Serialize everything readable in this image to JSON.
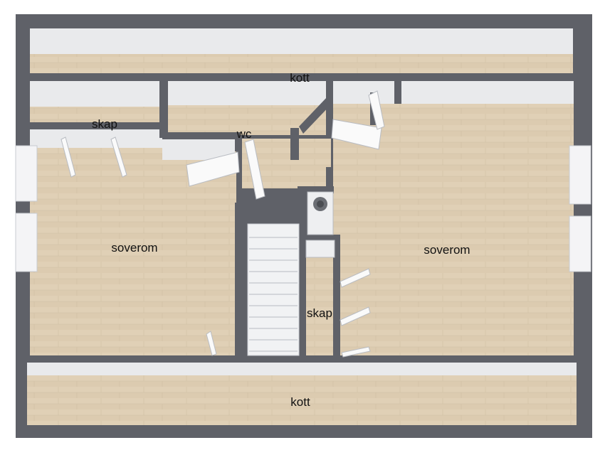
{
  "floorplan": {
    "rooms": [
      {
        "key": "kott_top",
        "label": "kott"
      },
      {
        "key": "skap_left",
        "label": "skap"
      },
      {
        "key": "wc",
        "label": "wc"
      },
      {
        "key": "soverom_left",
        "label": "soverom"
      },
      {
        "key": "soverom_right",
        "label": "soverom"
      },
      {
        "key": "skap_mid",
        "label": "skap"
      },
      {
        "key": "kott_bottom",
        "label": "kott"
      }
    ]
  },
  "colors": {
    "wall": "#5f6168",
    "floor": "#dccbb0",
    "background": "#ffffff"
  }
}
